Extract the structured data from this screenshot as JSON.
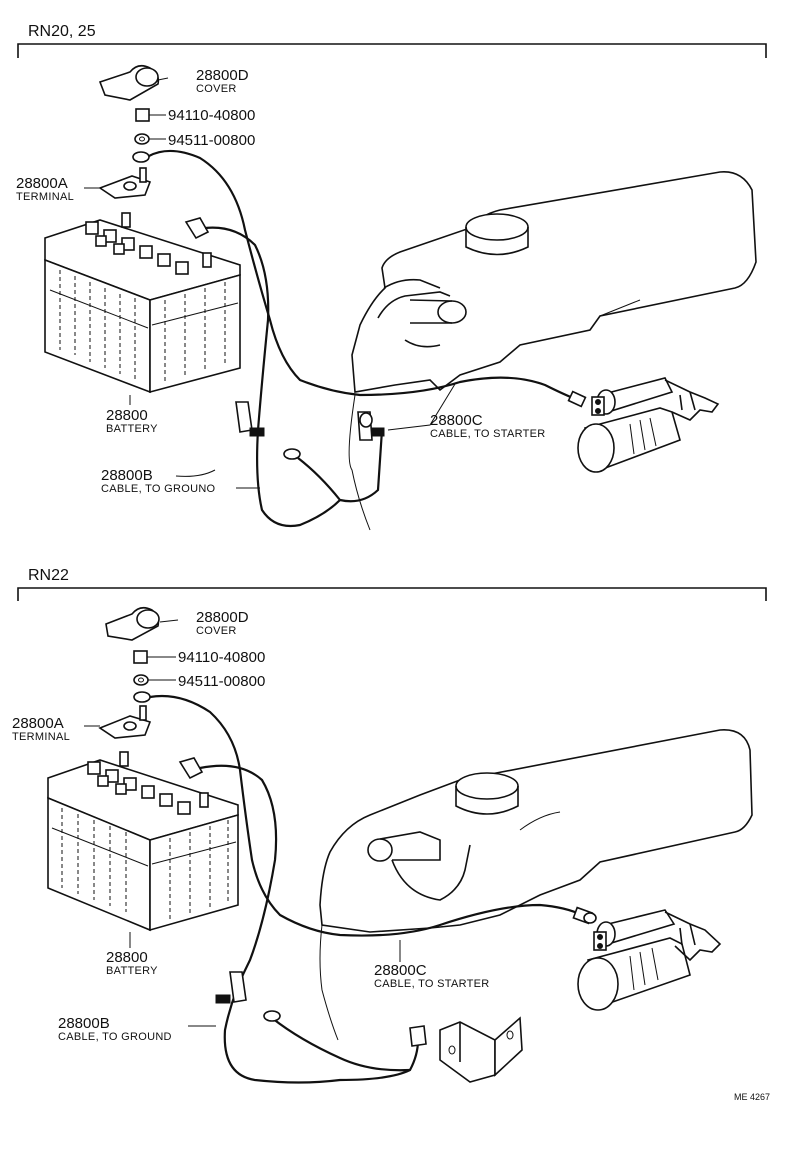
{
  "sections": [
    {
      "title": "RN20, 25",
      "parts": {
        "cover": {
          "number": "28800D",
          "name": "COVER"
        },
        "nut": {
          "number": "94110-40800"
        },
        "washer": {
          "number": "94511-00800"
        },
        "terminal": {
          "number": "28800A",
          "name": "TERMINAL"
        },
        "battery": {
          "number": "28800",
          "name": "BATTERY"
        },
        "cable_starter": {
          "number": "28800C",
          "name": "CABLE, TO STARTER"
        },
        "cable_ground": {
          "number": "28800B",
          "name": "CABLE, TO GROUNO"
        }
      }
    },
    {
      "title": "RN22",
      "parts": {
        "cover": {
          "number": "28800D",
          "name": "COVER"
        },
        "nut": {
          "number": "94110-40800"
        },
        "washer": {
          "number": "94511-00800"
        },
        "terminal": {
          "number": "28800A",
          "name": "TERMINAL"
        },
        "battery": {
          "number": "28800",
          "name": "BATTERY"
        },
        "cable_starter": {
          "number": "28800C",
          "name": "CABLE, TO STARTER"
        },
        "cable_ground": {
          "number": "28800B",
          "name": "CABLE, TO GROUND"
        }
      }
    }
  ],
  "figure_code": "ME 4267"
}
